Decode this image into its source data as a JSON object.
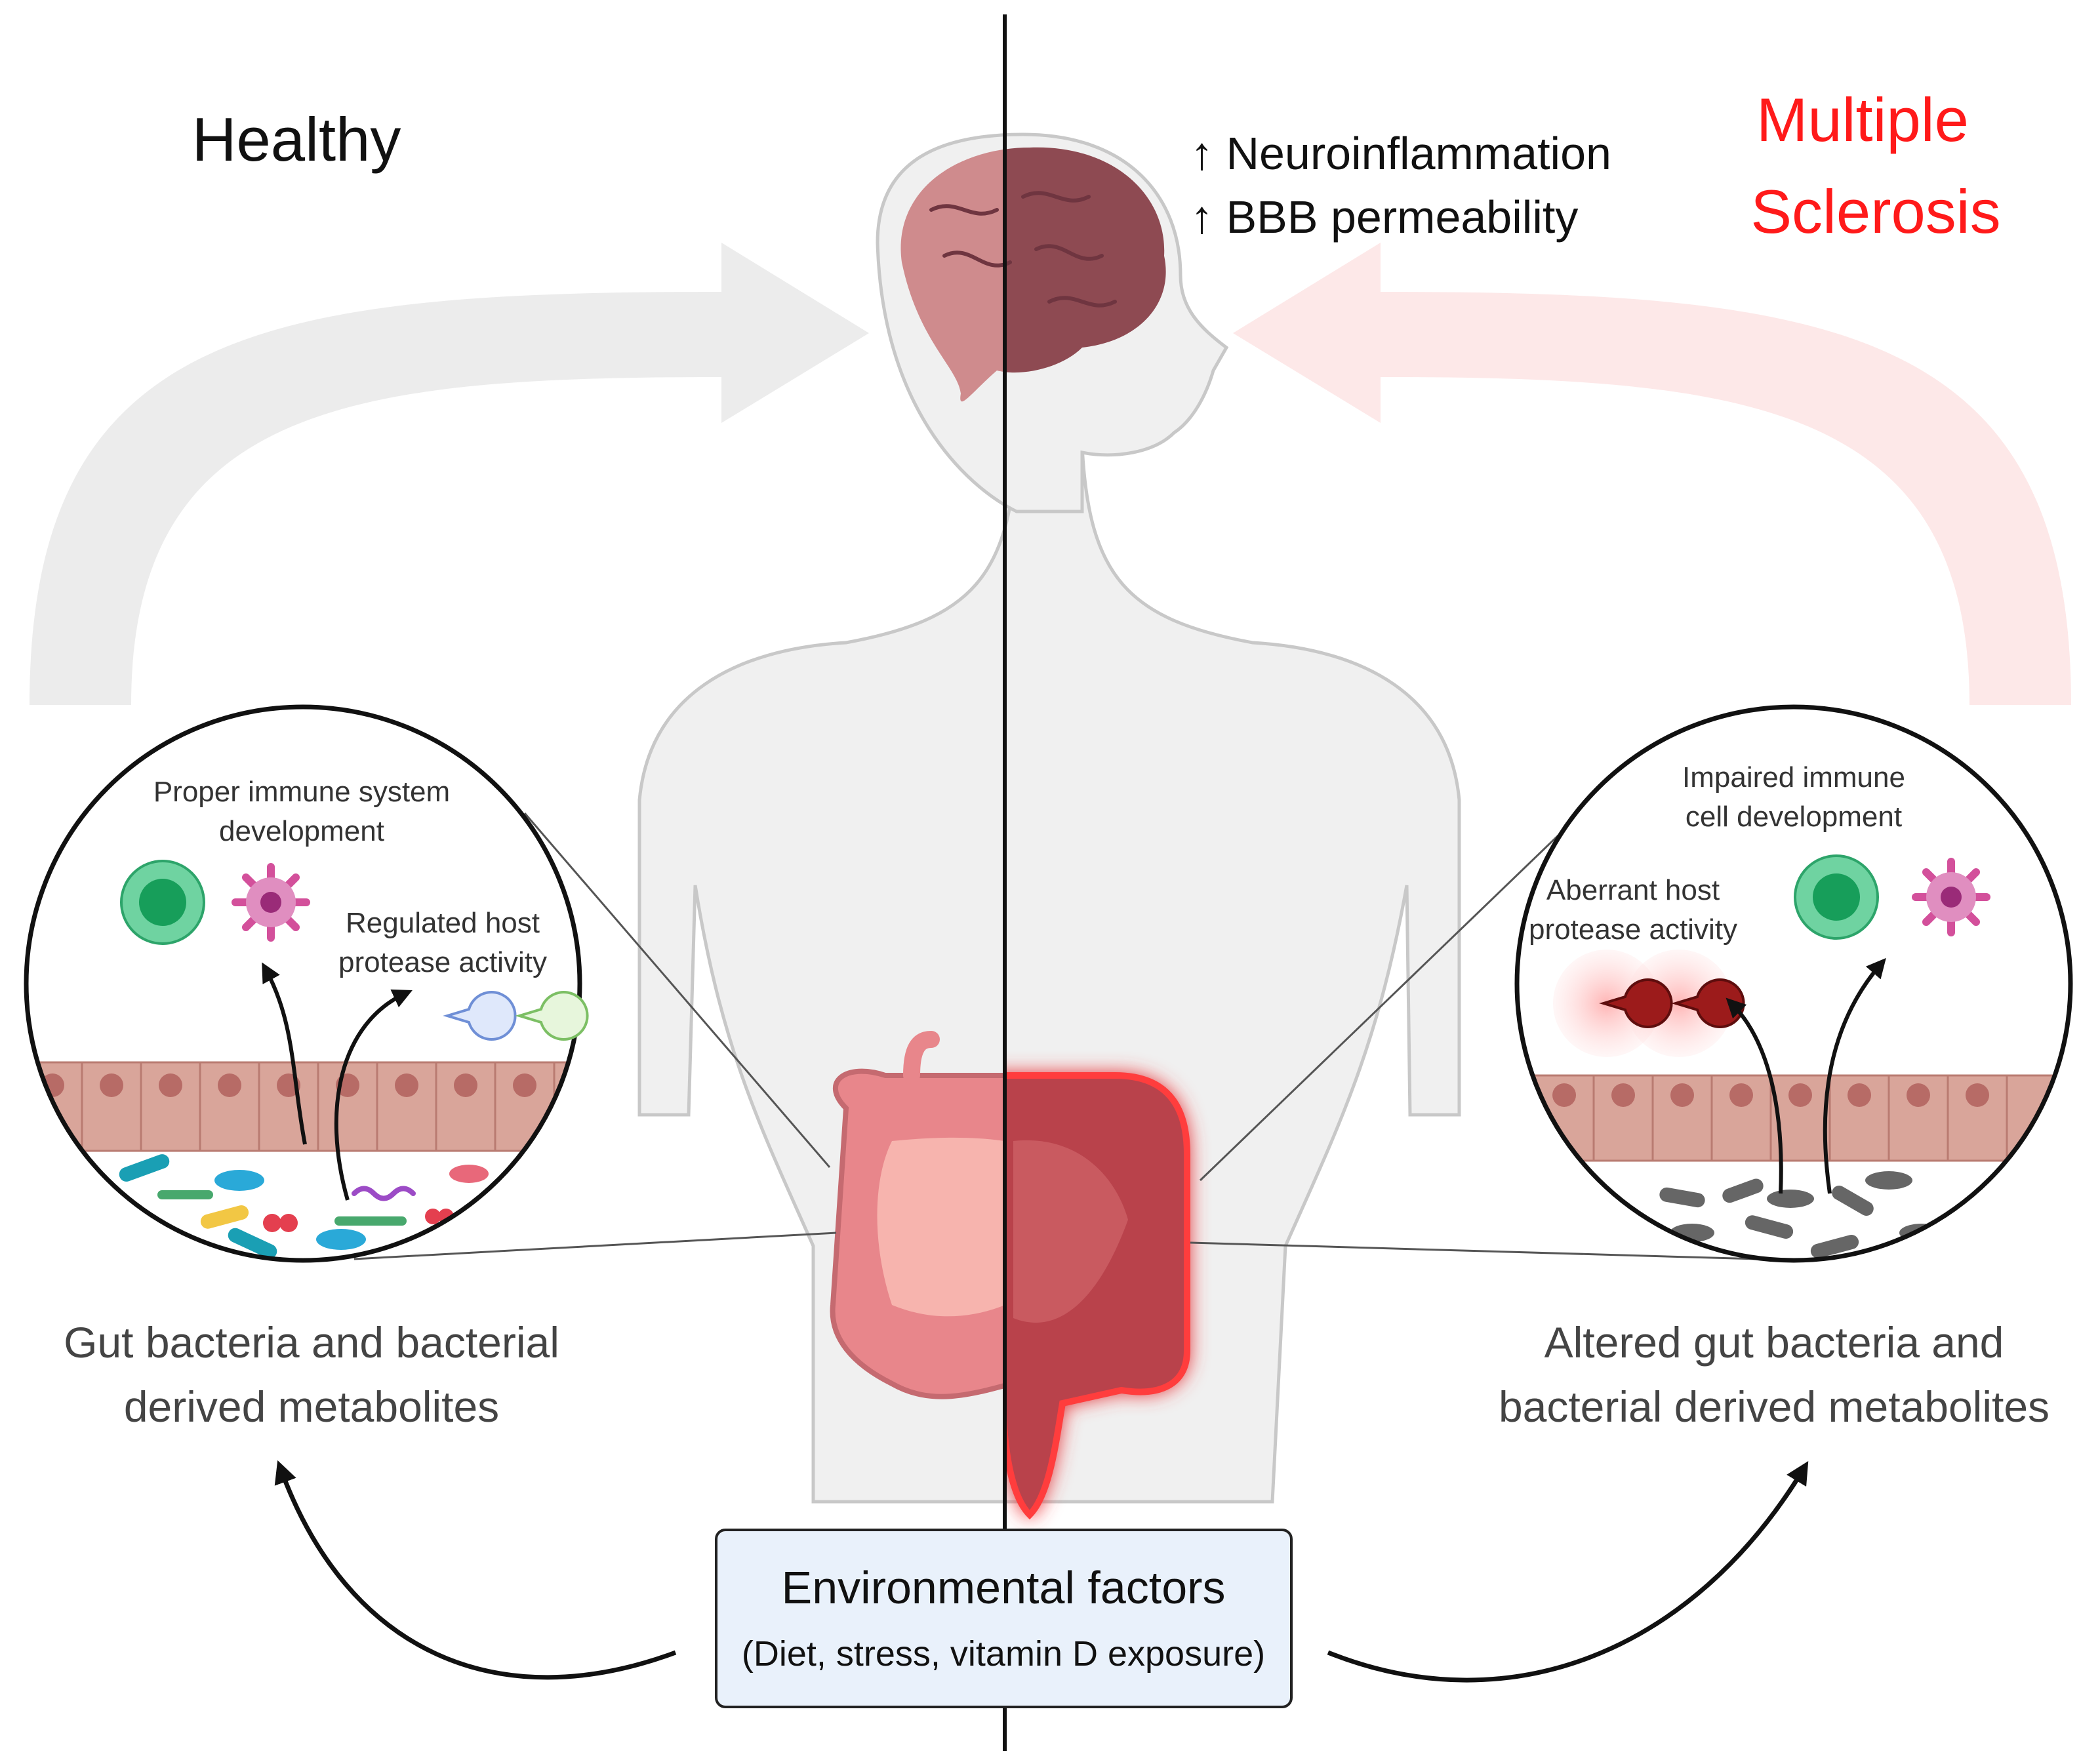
{
  "colors": {
    "healthy_title": "#111111",
    "ms_title": "#ff1a1a",
    "healthy_arrow": "#ececec",
    "ms_arrow": "#fde8e8",
    "env_box_fill": "#e9f1fb",
    "epithelium": "#d9a59a",
    "nucleus": "#b76b66",
    "gut_healthy": "#e8868b",
    "gut_ms": "#b9434c"
  },
  "titles": {
    "healthy": "Healthy",
    "ms_line1": "Multiple",
    "ms_line2": "Sclerosis"
  },
  "brain_effects": [
    "↑ Neuroinflammation",
    "↑ BBB permeability"
  ],
  "healthy_zoom": {
    "immune_line1": "Proper immune system",
    "immune_line2": "development",
    "protease_line1": "Regulated host",
    "protease_line2": "protease activity"
  },
  "ms_zoom": {
    "immune_line1": "Impaired immune",
    "immune_line2": "cell development",
    "protease_line1": "Aberrant host",
    "protease_line2": "protease activity"
  },
  "captions": {
    "healthy_line1": "Gut bacteria and bacterial",
    "healthy_line2": "derived metabolites",
    "ms_line1": "Altered gut bacteria and",
    "ms_line2": "bacterial derived metabolites"
  },
  "environment": {
    "title": "Environmental factors",
    "subtitle": "(Diet, stress, vitamin D exposure)"
  }
}
